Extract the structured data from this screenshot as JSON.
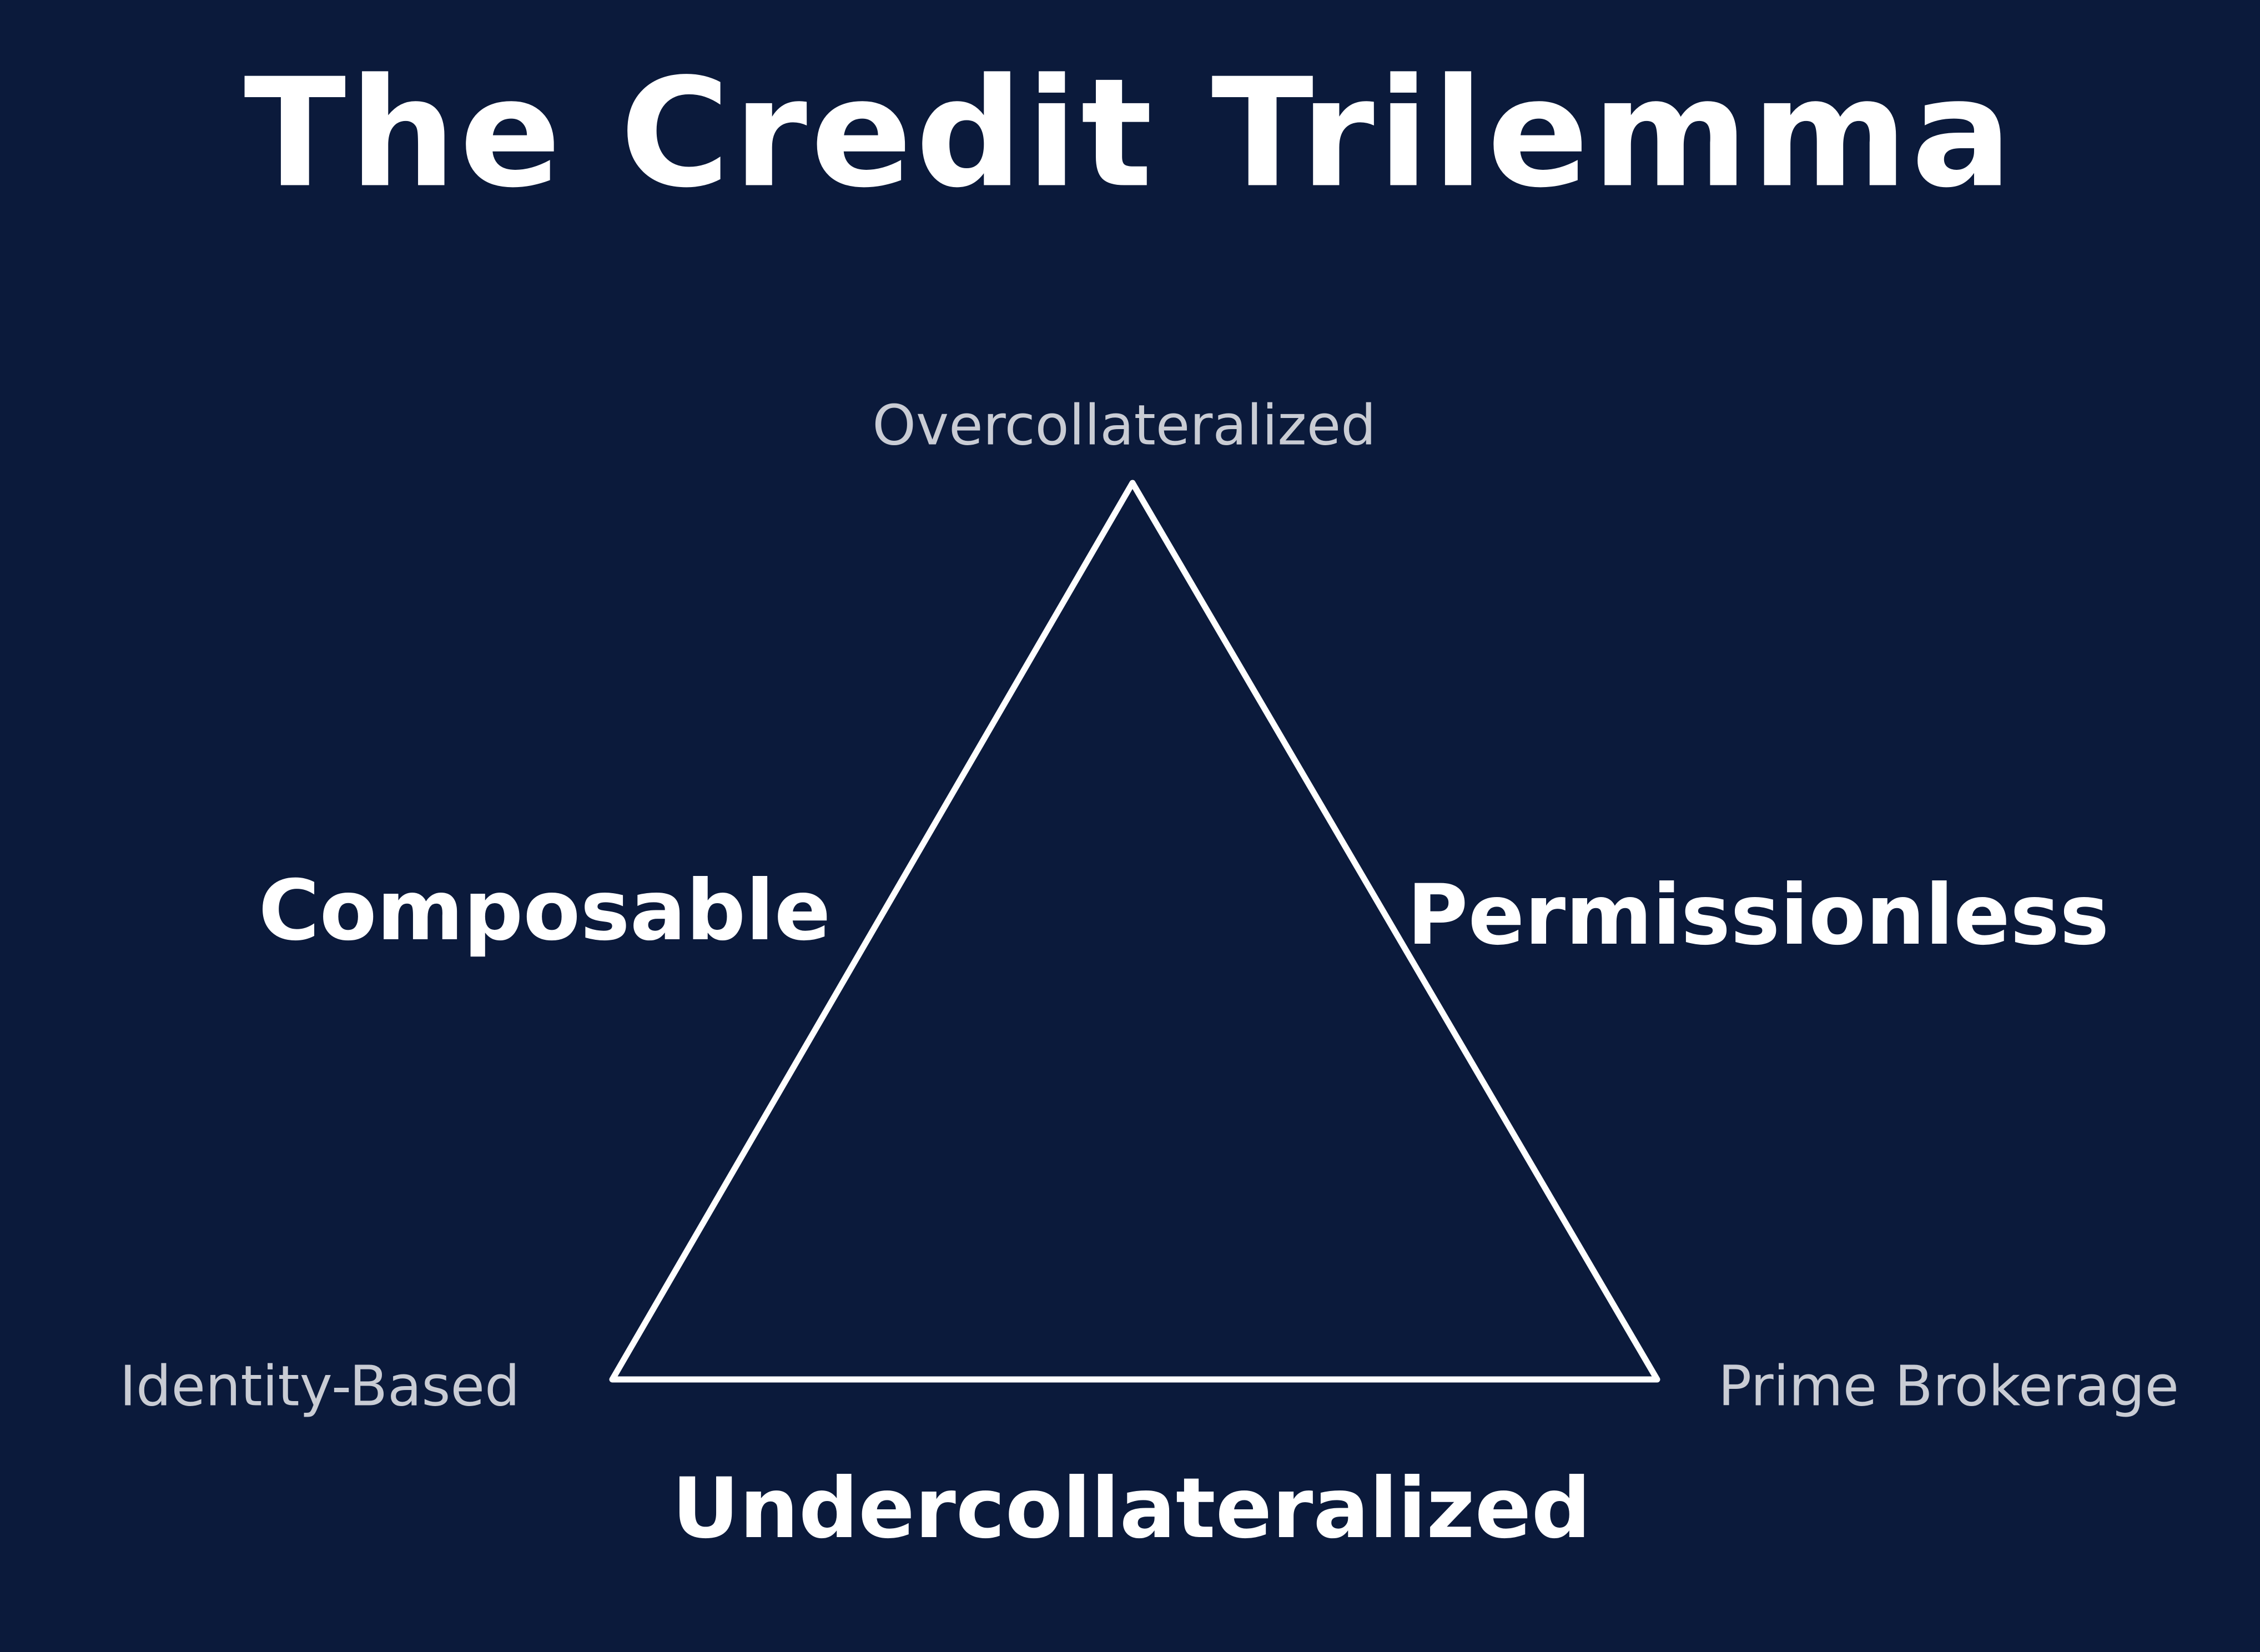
{
  "title": "The Credit Trilemma",
  "vertices": {
    "top": "Overcollateralized",
    "bottom_left": "Identity-Based",
    "bottom_right": "Prime Brokerage"
  },
  "edges": {
    "left": "Composable",
    "right": "Permissionless",
    "bottom": "Undercollateralized"
  },
  "colors": {
    "background": "#0b1a3b",
    "lines": "#ffffff",
    "vertex_text": "#c9ccd4"
  }
}
